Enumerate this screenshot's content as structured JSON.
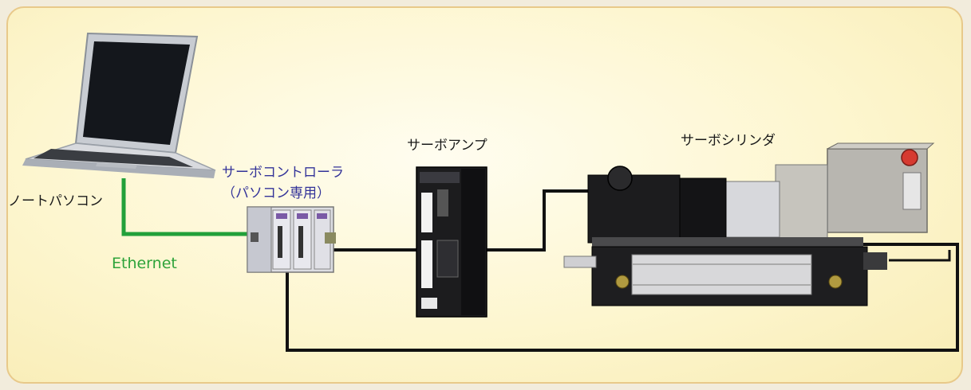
{
  "labels": {
    "laptop": "ノートパソコン",
    "ethernet": "Ethernet",
    "controller_line1": "サーボコントローラ",
    "controller_line2": "（パソコン専用）",
    "amp": "サーボアンプ",
    "cylinder": "サーボシリンダ"
  },
  "colors": {
    "ethernet_cable": "#22a03a",
    "signal_cable": "#111111",
    "label_blue": "#333399",
    "background": "#fdf6cf",
    "border": "#e8c98a"
  }
}
